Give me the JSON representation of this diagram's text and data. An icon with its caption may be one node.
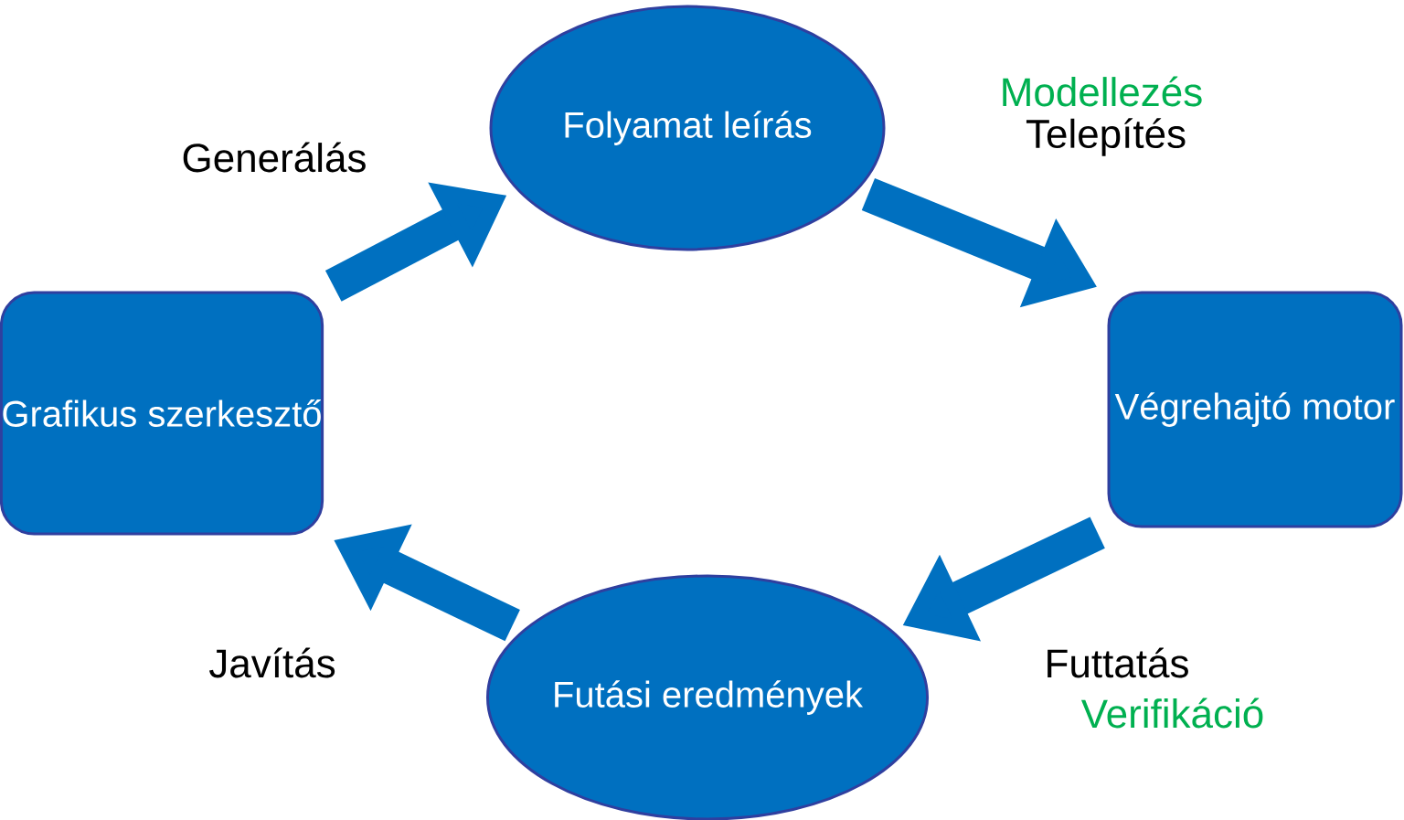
{
  "diagram": {
    "nodes": [
      {
        "text": [
          "Grafikus szerkesztő"
        ]
      },
      {
        "text": [
          "Folyamat leírás"
        ]
      },
      {
        "text": [
          "Végrehajtó motor"
        ]
      },
      {
        "text": [
          "Futási eredmények"
        ]
      }
    ],
    "edges": [
      {
        "from": 0,
        "to": 1,
        "arrow": "to",
        "label": "Generálás"
      },
      {
        "from": 1,
        "to": 2,
        "arrow": "to",
        "label": "Telepítés"
      },
      {
        "from": 2,
        "to": 3,
        "arrow": "to",
        "label": "Futtatás"
      },
      {
        "from": 3,
        "to": 0,
        "arrow": "to",
        "label": "Javítás"
      }
    ],
    "labels": [
      "Modellezés",
      "Verifikáció"
    ]
  }
}
